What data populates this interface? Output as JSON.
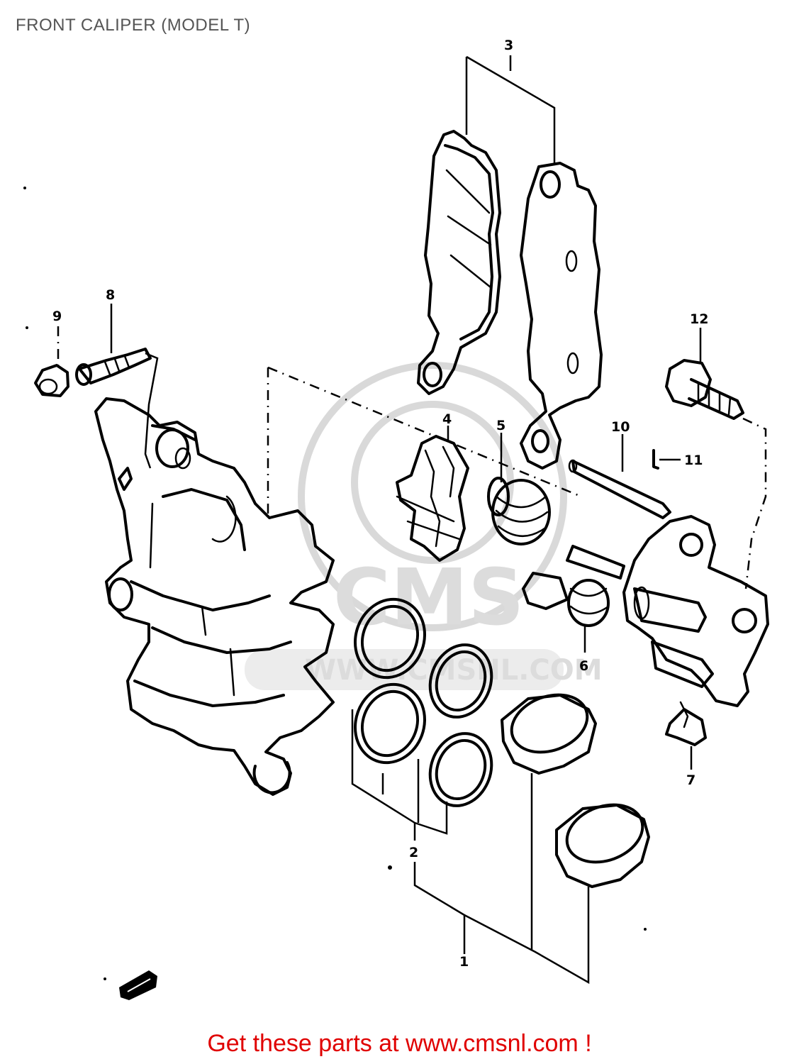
{
  "title": "FRONT CALIPER (MODEL T)",
  "promo_link": "Get these parts at www.cmsnl.com !",
  "colors": {
    "title": "#555555",
    "promo_link": "#e00000",
    "watermark": "#d9d9d9"
  },
  "watermark": {
    "text_main": "CMS",
    "text_sub": "WWW.CMSNL.COM"
  },
  "callouts": {
    "c1": "1",
    "c2": "2",
    "c3": "3",
    "c4": "4",
    "c5": "5",
    "c6": "6",
    "c7": "7",
    "c8": "8",
    "c9": "9",
    "c10": "10",
    "c11": "11",
    "c12": "12"
  }
}
